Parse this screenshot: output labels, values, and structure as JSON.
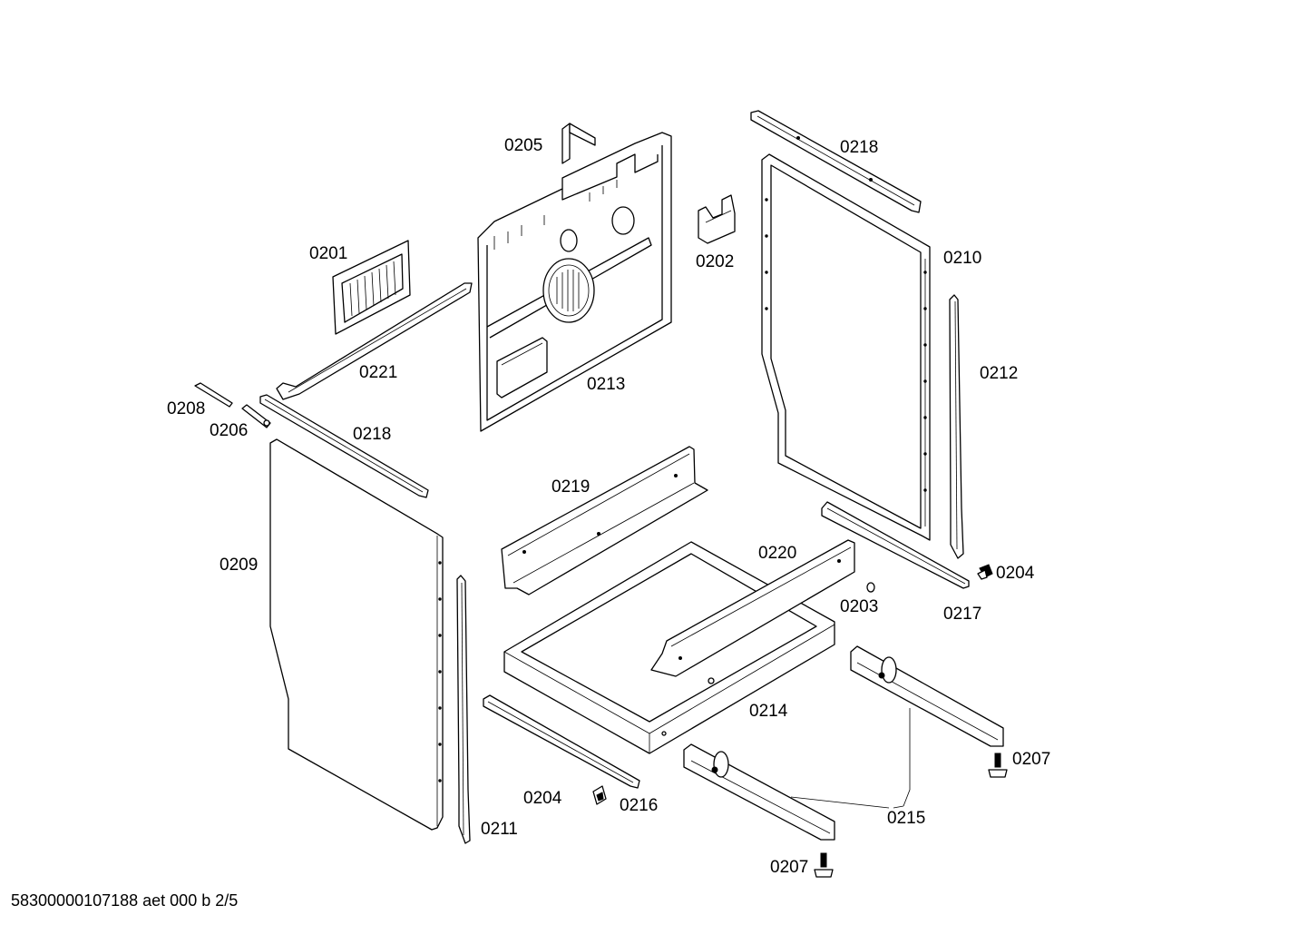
{
  "diagram": {
    "labels": {
      "p0205": "0205",
      "p0218_top": "0218",
      "p0201": "0201",
      "p0202": "0202",
      "p0210": "0210",
      "p0221": "0221",
      "p0213": "0213",
      "p0212": "0212",
      "p0208": "0208",
      "p0206": "0206",
      "p0218_left": "0218",
      "p0219": "0219",
      "p0209": "0209",
      "p0220": "0220",
      "p0204_right": "0204",
      "p0203": "0203",
      "p0217": "0217",
      "p0214": "0214",
      "p0207_right": "0207",
      "p0204_bottom": "0204",
      "p0216": "0216",
      "p0211": "0211",
      "p0215": "0215",
      "p0207_bottom": "0207"
    },
    "footer": "58300000107188 aet 000 b 2/5"
  }
}
